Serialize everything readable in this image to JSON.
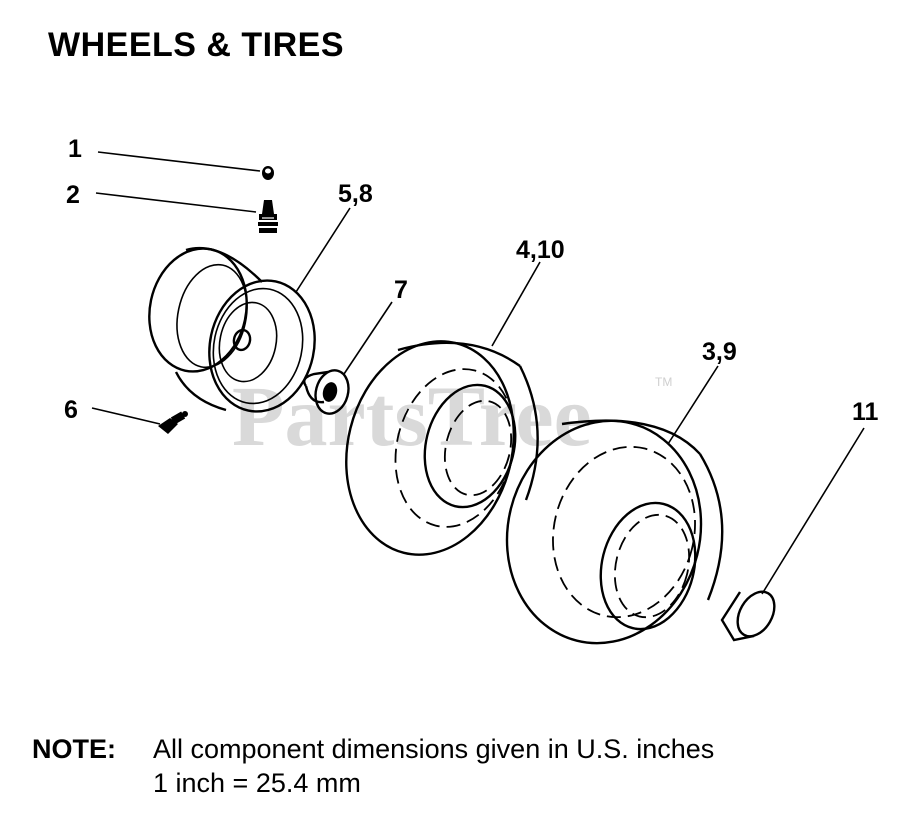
{
  "title": "WHEELS & TIRES",
  "watermark": "PartsTree",
  "watermark_mark": "TM",
  "callouts": {
    "c1": "1",
    "c2": "2",
    "c58": "5,8",
    "c7": "7",
    "c410": "4,10",
    "c39": "3,9",
    "c6": "6",
    "c11": "11"
  },
  "note": {
    "label": "NOTE:",
    "line1": "All component dimensions given in U.S. inches",
    "line2": "1 inch = 25.4 mm"
  }
}
